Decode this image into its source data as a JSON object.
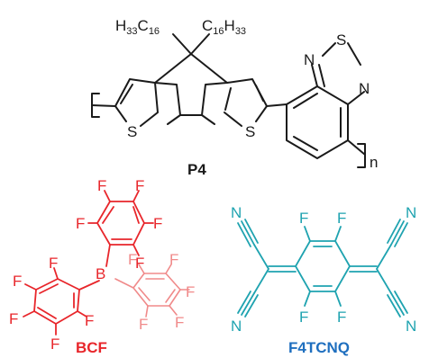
{
  "colors": {
    "p4": "#1a1a1a",
    "bcf": "#e8262b",
    "bcf_light": "#f08a8a",
    "f4tcnq_atoms": "#1fa3b0",
    "f4tcnq_label": "#1f6fbf"
  },
  "p4": {
    "label": "P4",
    "repeat": "n",
    "alkyl_left": "H33C16",
    "alkyl_right": "C16H33",
    "sulfur": "S",
    "nitrogen": "N"
  },
  "bcf": {
    "label": "BCF",
    "boron": "B",
    "fluorine": "F"
  },
  "f4tcnq": {
    "label": "F4TCNQ",
    "fluorine": "F",
    "nitrogen": "N"
  }
}
